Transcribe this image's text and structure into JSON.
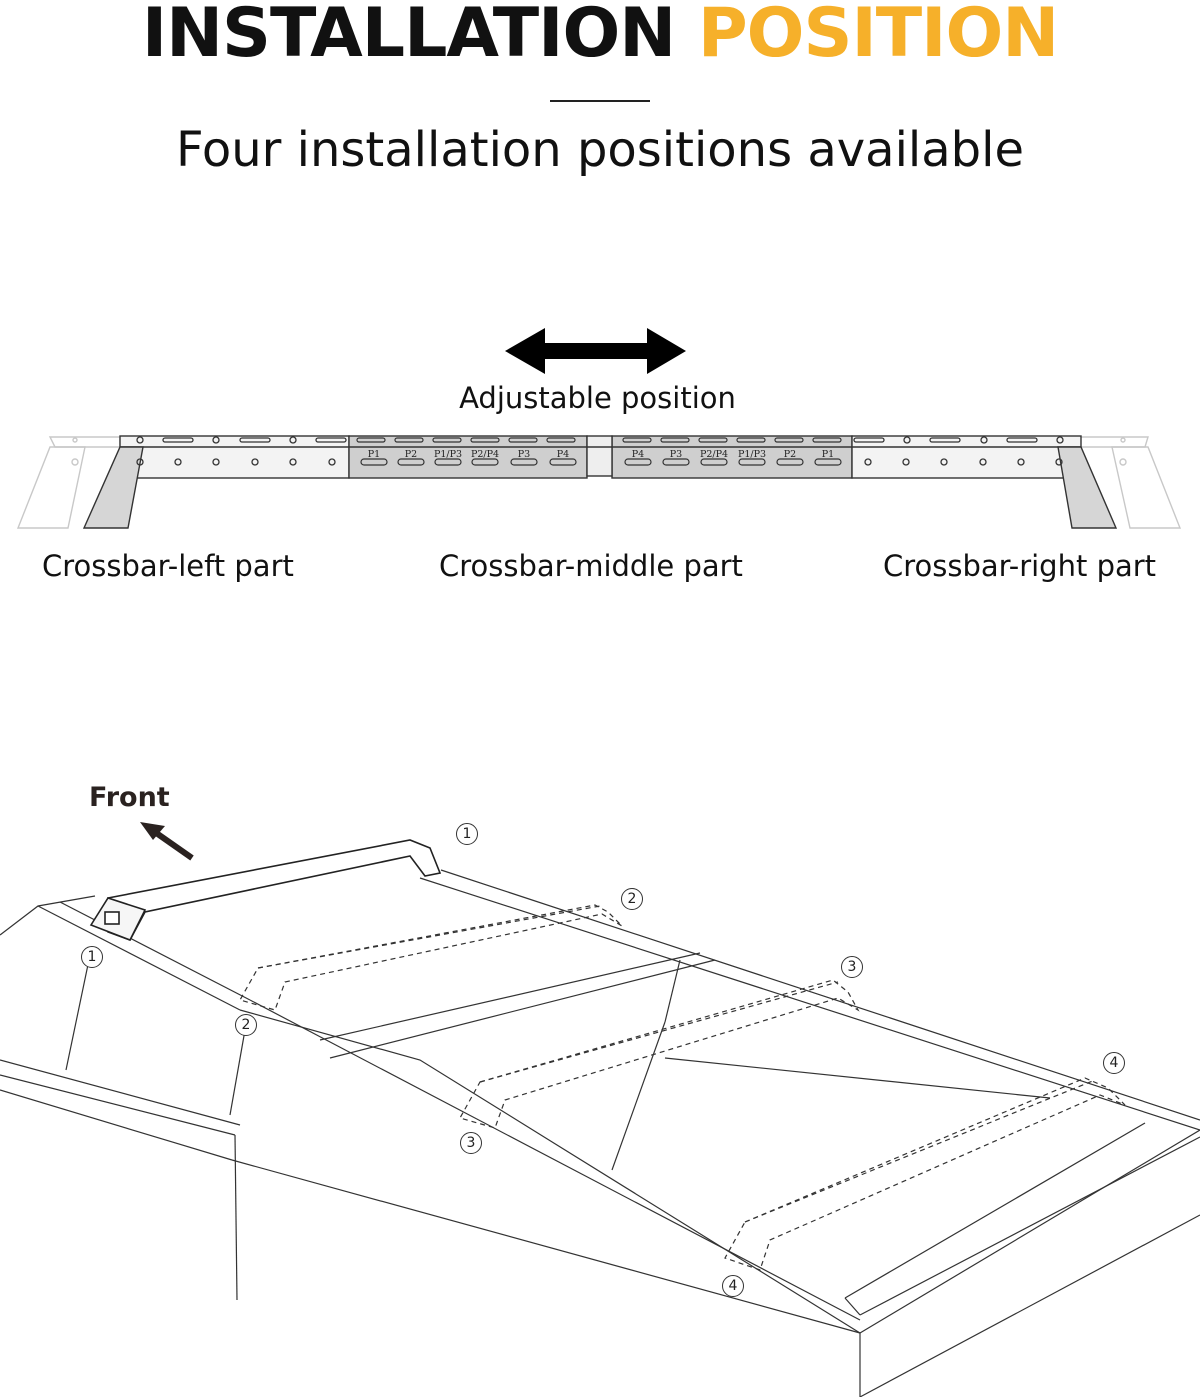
{
  "header": {
    "title_word1": "INSTALLATION",
    "title_word2": "POSITION",
    "subtitle": "Four installation positions available",
    "accent_color": "#f6b02a"
  },
  "crossbar_diagram": {
    "arrow_caption": "Adjustable position",
    "middle_left_slot_labels": [
      "P1",
      "P2",
      "P1/P3",
      "P2/P4",
      "P3",
      "P4"
    ],
    "middle_right_slot_labels": [
      "P4",
      "P3",
      "P2/P4",
      "P1/P3",
      "P2",
      "P1"
    ],
    "part_labels": {
      "left": "Crossbar-left part",
      "middle": "Crossbar-middle part",
      "right": "Crossbar-right part"
    }
  },
  "roof_diagram": {
    "front_label": "Front",
    "position_markers": [
      "1",
      "2",
      "3",
      "4"
    ]
  }
}
